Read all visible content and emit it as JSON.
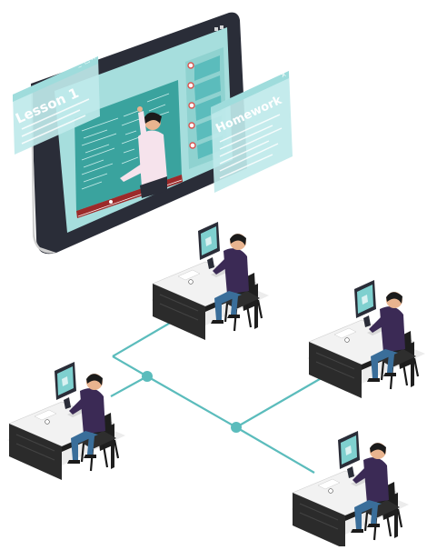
{
  "panels": {
    "lesson_title": "Lesson 1",
    "homework_title": "Homework"
  },
  "window_controls": {
    "minimize": "_",
    "maximize": "□",
    "close": "×"
  },
  "icons": {
    "screen": "video-lesson-screen",
    "teacher": "teacher-figure",
    "student": "student-at-desk",
    "network": "network-lines"
  },
  "colors": {
    "accent": "#5bbcbc",
    "panel": "#bfe9ea",
    "screen_frame": "#2a2d38",
    "board": "#3aa39e",
    "desk": "#2b2b2b",
    "student_shirt": "#3b2a55",
    "student_pants": "#3a6e9a"
  }
}
